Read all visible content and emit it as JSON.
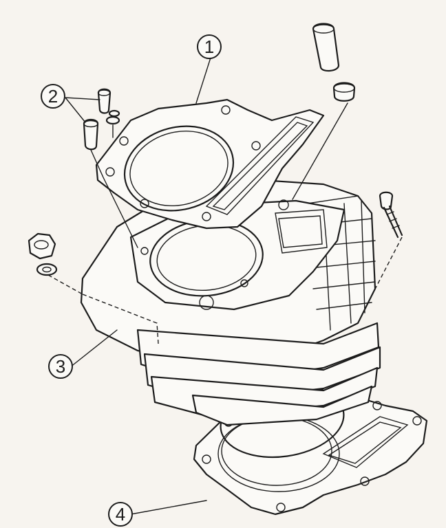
{
  "diagram": {
    "callouts": [
      {
        "id": "1",
        "label": "1",
        "part": "head-gasket"
      },
      {
        "id": "2",
        "label": "2",
        "part": "dowel-pins"
      },
      {
        "id": "3",
        "label": "3",
        "part": "cylinder"
      },
      {
        "id": "4",
        "label": "4",
        "part": "base-gasket"
      }
    ],
    "colors": {
      "ink": "#1c1c1c",
      "paper": "#f7f4ef"
    }
  }
}
